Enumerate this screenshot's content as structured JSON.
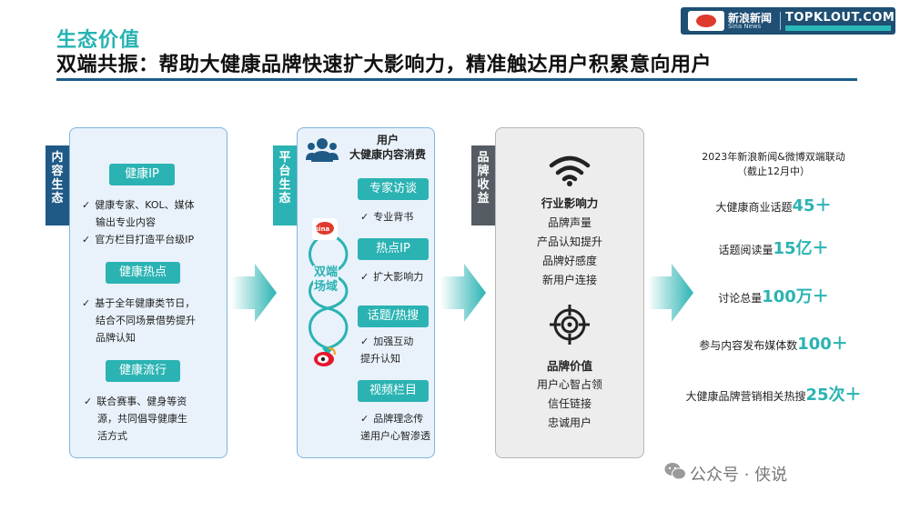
{
  "header": {
    "title": "生态价值",
    "subtitle": "双端共振：帮助大健康品牌快速扩大影响力，精准触达用户积累意向用户"
  },
  "logo": {
    "cn": "新浪新闻",
    "en": "Sina News",
    "topklout": "TOPKLOUT.COM",
    "sina_mark": "sina"
  },
  "content_eco": {
    "tab": [
      "内",
      "容",
      "生",
      "态"
    ],
    "items": [
      {
        "label": "健康IP",
        "notes": [
          "健康专家、KOL、媒体",
          "输出专业内容",
          "官方栏目打造平台级IP"
        ],
        "checks": [
          0,
          2
        ]
      },
      {
        "label": "健康热点",
        "notes": [
          "基于全年健康类节日，",
          "结合不同场景借势提升",
          "品牌认知"
        ],
        "checks": [
          0
        ]
      },
      {
        "label": "健康流行",
        "notes": [
          "联合赛事、健身等资",
          "源，共同倡导健康生",
          "活方式"
        ],
        "checks": [
          0
        ]
      }
    ]
  },
  "platform_eco": {
    "tab": [
      "平",
      "台",
      "生",
      "态"
    ],
    "user_line1": "用户",
    "user_line2": "大健康内容消费",
    "dual_label": [
      "双端",
      "场域"
    ],
    "items": [
      {
        "label": "专家访谈",
        "notes": [
          "专业背书"
        ]
      },
      {
        "label": "热点IP",
        "notes": [
          "扩大影响力"
        ]
      },
      {
        "label": "话题/热搜",
        "notes": [
          "加强互动",
          "提升认知"
        ]
      },
      {
        "label": "视频栏目",
        "notes": [
          "品牌理念传",
          "递用户心智渗透"
        ]
      }
    ]
  },
  "brand_gain": {
    "tab": [
      "品",
      "牌",
      "收",
      "益"
    ],
    "sections": [
      {
        "title": "行业影响力",
        "icon": "wifi-signal-icon",
        "items": [
          "品牌声量",
          "产品认知提升",
          "品牌好感度",
          "新用户连接"
        ]
      },
      {
        "title": "品牌价值",
        "icon": "crosshair-target-icon",
        "items": [
          "用户心智占领",
          "信任链接",
          "忠诚用户"
        ]
      }
    ]
  },
  "stats": {
    "heading_line1": "2023年新浪新闻&微博双端联动",
    "heading_line2": "（截止12月中）",
    "rows": [
      {
        "label": "大健康商业话题",
        "value": "45＋"
      },
      {
        "label": "话题阅读量",
        "value": "15亿＋"
      },
      {
        "label": "讨论总量",
        "value": "100万＋"
      },
      {
        "label": "参与内容发布媒体数",
        "value": "100＋"
      },
      {
        "label": "大健康品牌营销相关热搜",
        "value": "25次＋"
      }
    ]
  },
  "watermark": "公众号 · 侠说",
  "colors": {
    "teal": "#2bb3b3",
    "navy": "#1f5a86",
    "gray": "#555c63",
    "panel_blue": "#e9f2fb"
  }
}
